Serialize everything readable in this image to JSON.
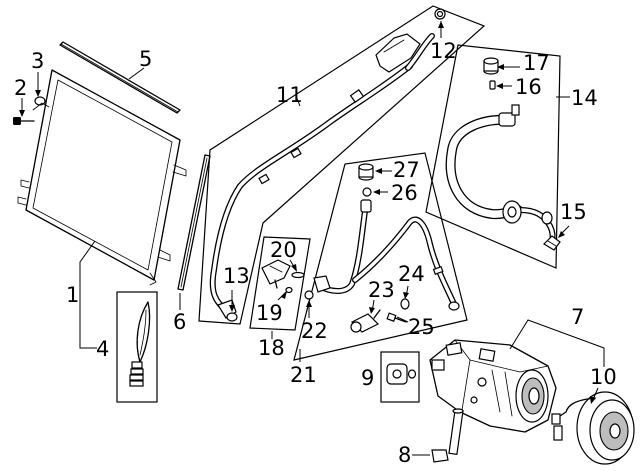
{
  "callouts": {
    "c1": "1",
    "c2": "2",
    "c3": "3",
    "c4": "4",
    "c5": "5",
    "c6": "6",
    "c7": "7",
    "c8": "8",
    "c9": "9",
    "c10": "10",
    "c11": "11",
    "c12": "12",
    "c13": "13",
    "c14": "14",
    "c15": "15",
    "c16": "16",
    "c17": "17",
    "c18": "18",
    "c19": "19",
    "c20": "20",
    "c21": "21",
    "c22": "22",
    "c23": "23",
    "c24": "24",
    "c25": "25",
    "c26": "26",
    "c27": "27"
  },
  "colors": {
    "line": "#000000",
    "background": "#ffffff",
    "shade": "#bdbdbd"
  }
}
